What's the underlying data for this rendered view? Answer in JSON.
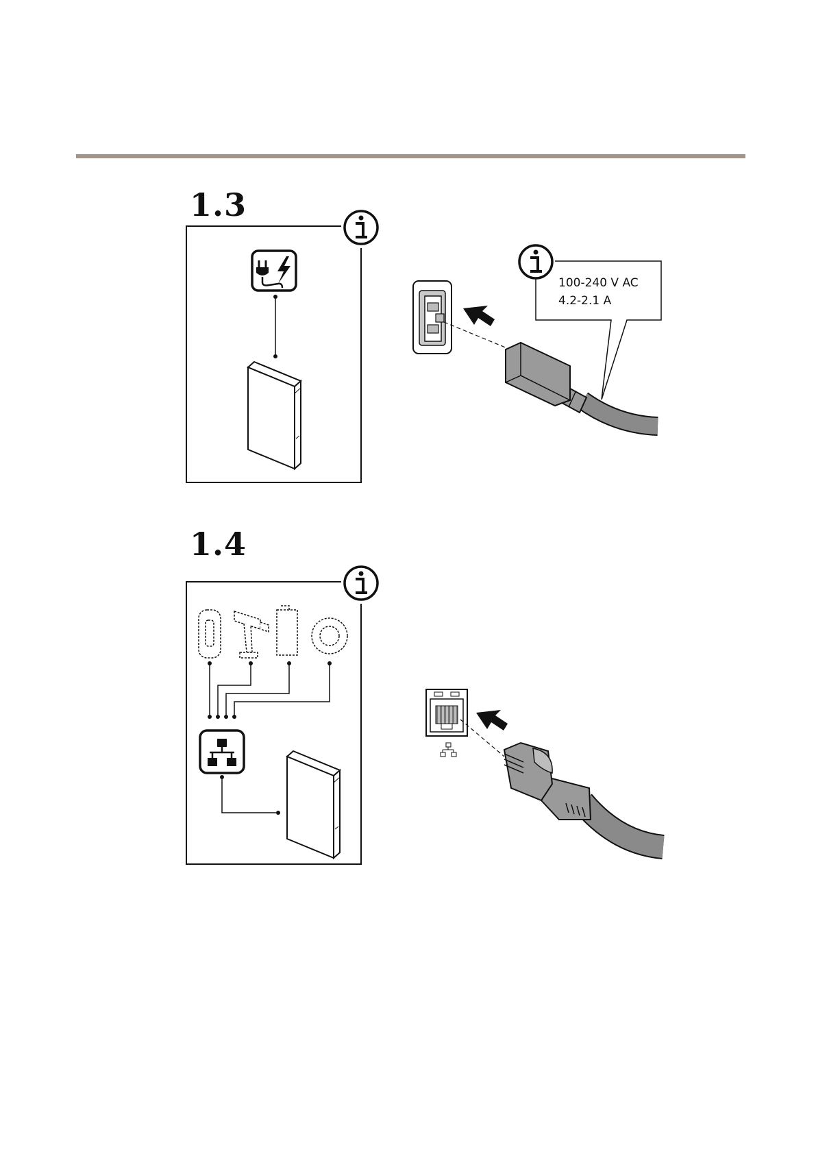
{
  "steps": [
    {
      "number": "1.3"
    },
    {
      "number": "1.4"
    }
  ],
  "power_spec": {
    "voltage": "100-240 V AC",
    "current": "4.2-2.1 A"
  },
  "colors": {
    "rule": "#a2948a",
    "cable_gray": "#8a8a8a",
    "plug_gray": "#9a9a9a",
    "line": "#111111"
  },
  "icons": [
    "info-icon",
    "power-plug-icon",
    "network-icon",
    "arrow-icon"
  ]
}
